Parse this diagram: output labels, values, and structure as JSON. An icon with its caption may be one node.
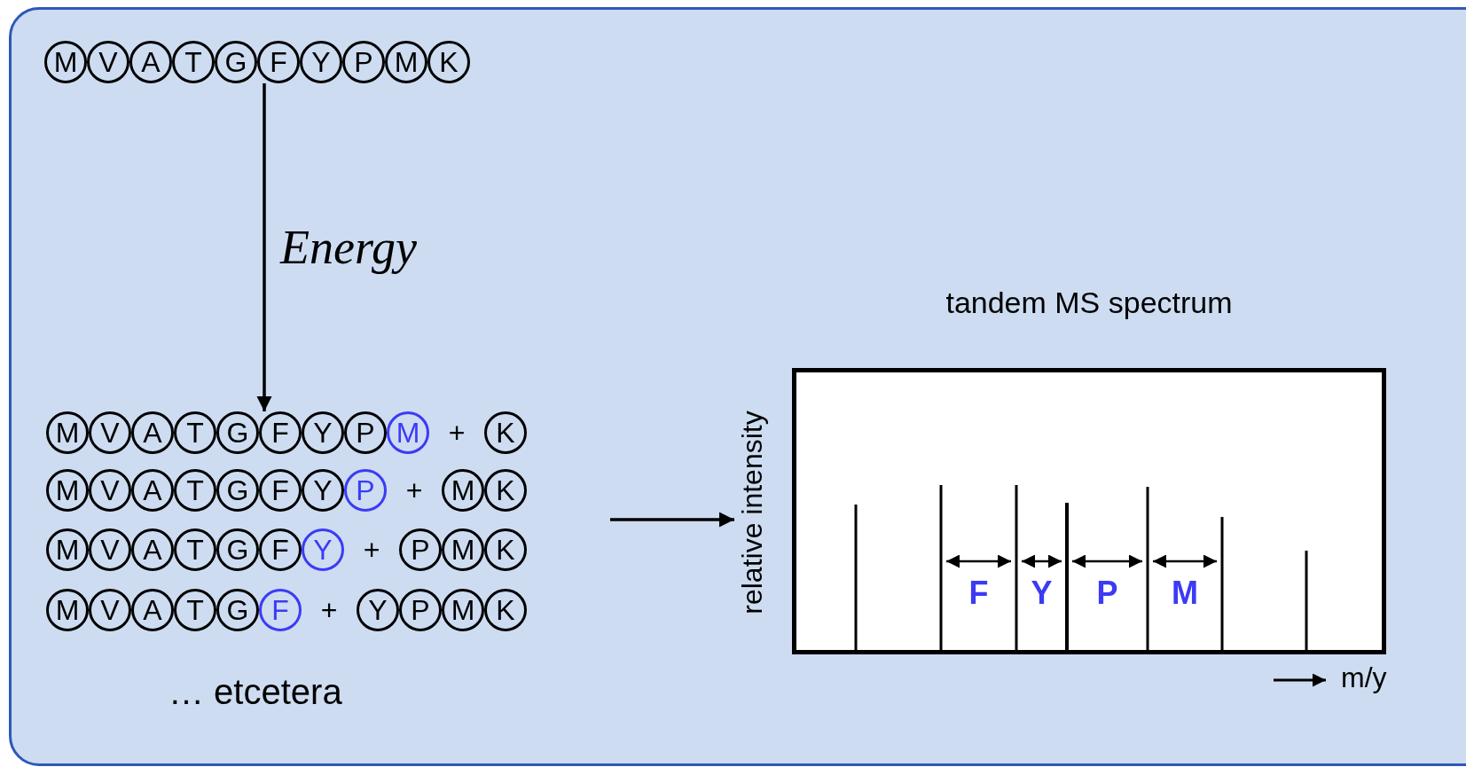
{
  "diagram": {
    "title": "tandem MS spectrum",
    "nodes": [
      {
        "text": [
          "M",
          "V",
          "A",
          "T",
          "G",
          "F",
          "Y",
          "P",
          "M",
          "K"
        ]
      },
      {
        "text": [
          "M",
          "V",
          "A",
          "T",
          "G",
          "F",
          "Y",
          "P",
          "M"
        ]
      },
      {
        "text": [
          "K"
        ]
      },
      {
        "text": [
          "M",
          "V",
          "A",
          "T",
          "G",
          "F",
          "Y",
          "P"
        ]
      },
      {
        "text": [
          "M",
          "K"
        ]
      },
      {
        "text": [
          "M",
          "V",
          "A",
          "T",
          "G",
          "F",
          "Y"
        ]
      },
      {
        "text": [
          "P",
          "M",
          "K"
        ]
      },
      {
        "text": [
          "M",
          "V",
          "A",
          "T",
          "G",
          "F"
        ]
      },
      {
        "text": [
          "Y",
          "P",
          "M",
          "K"
        ]
      },
      {
        "text": [],
        "shape": "box"
      }
    ],
    "edges": [
      {
        "from": 0,
        "to": 1,
        "arrow": "to",
        "label": "Energy"
      },
      {
        "from": null,
        "to": 9,
        "arrow": "to"
      }
    ],
    "labels": [
      "+",
      "+",
      "+",
      "+",
      "… etcetera",
      "relative intensity",
      "F",
      "Y",
      "P",
      "M",
      "m/y"
    ]
  }
}
